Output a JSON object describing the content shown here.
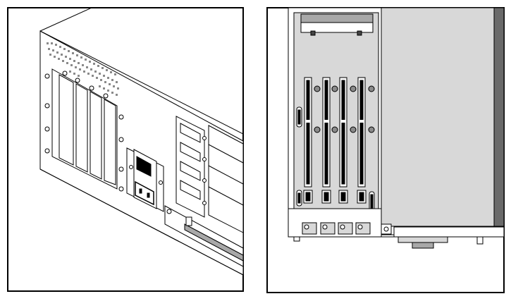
{
  "figure": {
    "left_panel": {
      "icons": [
        "vent-grille-icon",
        "expansion-slot-icon",
        "power-switch-icon",
        "power-socket-icon",
        "drive-bay-icon",
        "screw-icon"
      ],
      "slot_count": 4,
      "drive_bay_count": 4
    },
    "right_panel": {
      "icons": [
        "card-cage-icon",
        "card-connector-icon",
        "slot-guide-icon",
        "screw-icon"
      ],
      "slot_count": 4
    },
    "colors": {
      "line": "#000000",
      "paper": "#ffffff",
      "light_gray": "#d8d8d8",
      "mid_gray": "#a8a8a8",
      "dark_gray": "#6a6a6a"
    }
  }
}
